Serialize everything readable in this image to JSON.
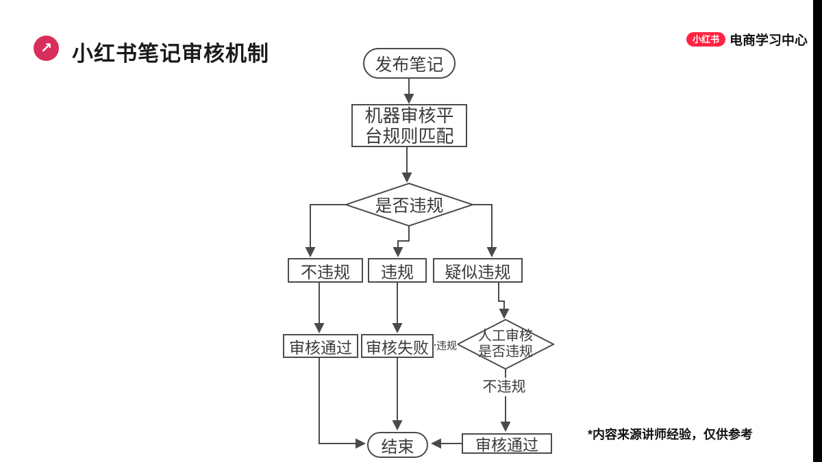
{
  "header": {
    "title": "小红书笔记审核机制",
    "icon_glyph": "↗",
    "brand_badge": "小红书",
    "brand_text": "电商学习中心"
  },
  "flowchart": {
    "start": "发布笔记",
    "machine_review": "机器审核平台规则匹配",
    "decision_machine": "是否违规",
    "branch_no_violation": "不违规",
    "branch_violation": "违规",
    "branch_suspected": "疑似违规",
    "review_passed": "审核通过",
    "review_failed": "审核失败",
    "decision_manual_line1": "人工审核",
    "decision_manual_line2": "是否违规",
    "edge_label_violation": "违规",
    "edge_label_no_violation": "不违规",
    "manual_review_passed": "审核通过",
    "end": "结束"
  },
  "footnote": "*内容来源讲师经验，仅供参考",
  "colors": {
    "accent_circle": "#d82e5c",
    "brand_badge_red": "#ff2442",
    "wire_gray": "#4a4a4a"
  }
}
